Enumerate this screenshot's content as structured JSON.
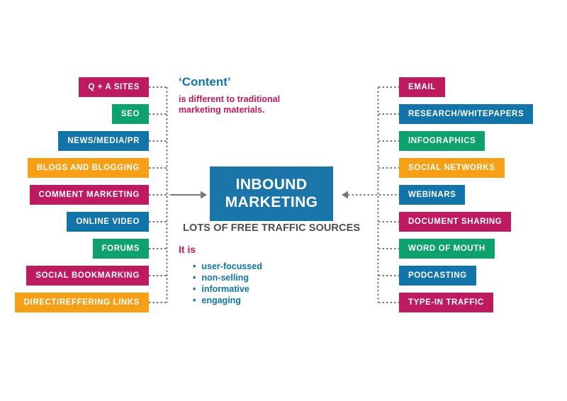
{
  "palette": {
    "magenta": "#be1a5f",
    "green": "#0da26b",
    "blue": "#1274a9",
    "orange": "#f5a017",
    "center_blue": "#1b75a9",
    "subtitle_gray": "#4d4d4d",
    "line_gray": "#787878",
    "note_blue": "#1274a9",
    "note_magenta": "#c2195f"
  },
  "center": {
    "title_line1": "INBOUND",
    "title_line2": "MARKETING",
    "subtitle": "LOTS OF FREE TRAFFIC SOURCES"
  },
  "content_note": {
    "headline": "‘Content’",
    "line1": "is different to traditional",
    "line2": "marketing materials."
  },
  "qualities": {
    "heading": "It is",
    "bullet": "•",
    "items": [
      "user-focussed",
      "non-selling",
      "informative",
      "engaging"
    ]
  },
  "left_sources": {
    "items": [
      {
        "label": "Q + A SITES",
        "color": "#be1a5f"
      },
      {
        "label": "SEO",
        "color": "#0da26b"
      },
      {
        "label": "NEWS/MEDIA/PR",
        "color": "#1274a9"
      },
      {
        "label": "BLOGS AND BLOGGING",
        "color": "#f5a017"
      },
      {
        "label": "COMMENT MARKETING",
        "color": "#be1a5f"
      },
      {
        "label": "ONLINE VIDEO",
        "color": "#1274a9"
      },
      {
        "label": "FORUMS",
        "color": "#0da26b"
      },
      {
        "label": "SOCIAL BOOKMARKING",
        "color": "#be1a5f"
      },
      {
        "label": "DIRECT/REFFERING LINKS",
        "color": "#f5a017"
      }
    ]
  },
  "right_sources": {
    "items": [
      {
        "label": "EMAIL",
        "color": "#be1a5f"
      },
      {
        "label": "RESEARCH/WHITEPAPERS",
        "color": "#1274a9"
      },
      {
        "label": "INFOGRAPHICS",
        "color": "#0da26b"
      },
      {
        "label": "SOCIAL NETWORKS",
        "color": "#f5a017"
      },
      {
        "label": "WEBINARS",
        "color": "#1274a9"
      },
      {
        "label": "DOCUMENT SHARING",
        "color": "#be1a5f"
      },
      {
        "label": "WORD OF MOUTH",
        "color": "#0da26b"
      },
      {
        "label": "PODCASTING",
        "color": "#1274a9"
      },
      {
        "label": "TYPE-IN TRAFFIC",
        "color": "#be1a5f"
      }
    ]
  }
}
